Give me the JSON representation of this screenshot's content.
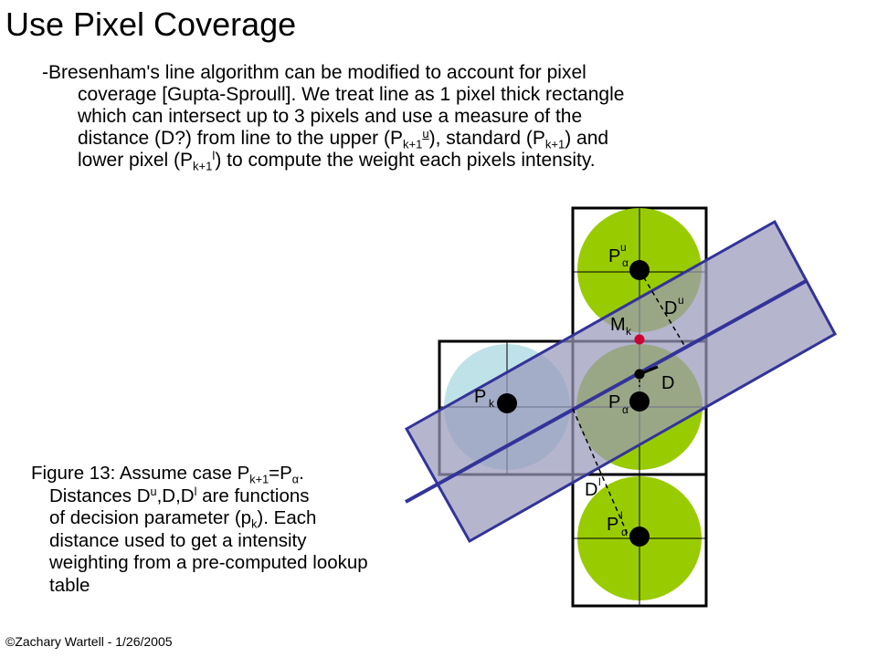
{
  "slide": {
    "title": "Use Pixel Coverage",
    "footer": "©Zachary Wartell - 1/26/2005"
  },
  "bullet": {
    "l1": "-Bresenham's line algorithm can be modified to account for pixel",
    "l2": "coverage [Gupta-Sproull].  We treat line as 1 pixel thick rectangle",
    "l3": "which can intersect up to 3 pixels and use a measure of the",
    "l4_a": "distance (D?) from line to the upper (P",
    "l4_b": "k+1",
    "l4_c": "u",
    "l4_d": "), standard (P",
    "l4_e": "k+1",
    "l4_f": ") and",
    "l5_a": "lower pixel (P",
    "l5_b": "k+1",
    "l5_c": "l",
    "l5_d": ") to compute the weight each pixels intensity."
  },
  "caption": {
    "l1_a": "Figure 13:  Assume case P",
    "l1_b": "k+1",
    "l1_c": "=P",
    "l1_d": "α",
    "l1_e": ".",
    "l2_a": "Distances D",
    "l2_b": "u",
    "l2_c": ",D,D",
    "l2_d": "l",
    "l2_e": " are functions",
    "l3_a": "of decision parameter (p",
    "l3_b": "k",
    "l3_c": ").   Each",
    "l4": "distance used to get a intensity",
    "l5": "weighting from a pre-computed lookup",
    "l6": "table"
  },
  "diagram": {
    "label_p": "P",
    "sub_alpha": "α",
    "sup_u": "u",
    "sup_l": "l",
    "label_d": "D",
    "label_m": "M",
    "sub_k": "k",
    "colors": {
      "pixel_green": "#99cc00",
      "pixel_dark_green": "#77a125",
      "pixel_light_blue": "#bfe2e8",
      "pixel_blue_overlap": "#9bb9d6",
      "line_rect_fill": "#9999bb",
      "line_rect_stroke": "#333399",
      "midpoint_red": "#cc0033"
    }
  }
}
